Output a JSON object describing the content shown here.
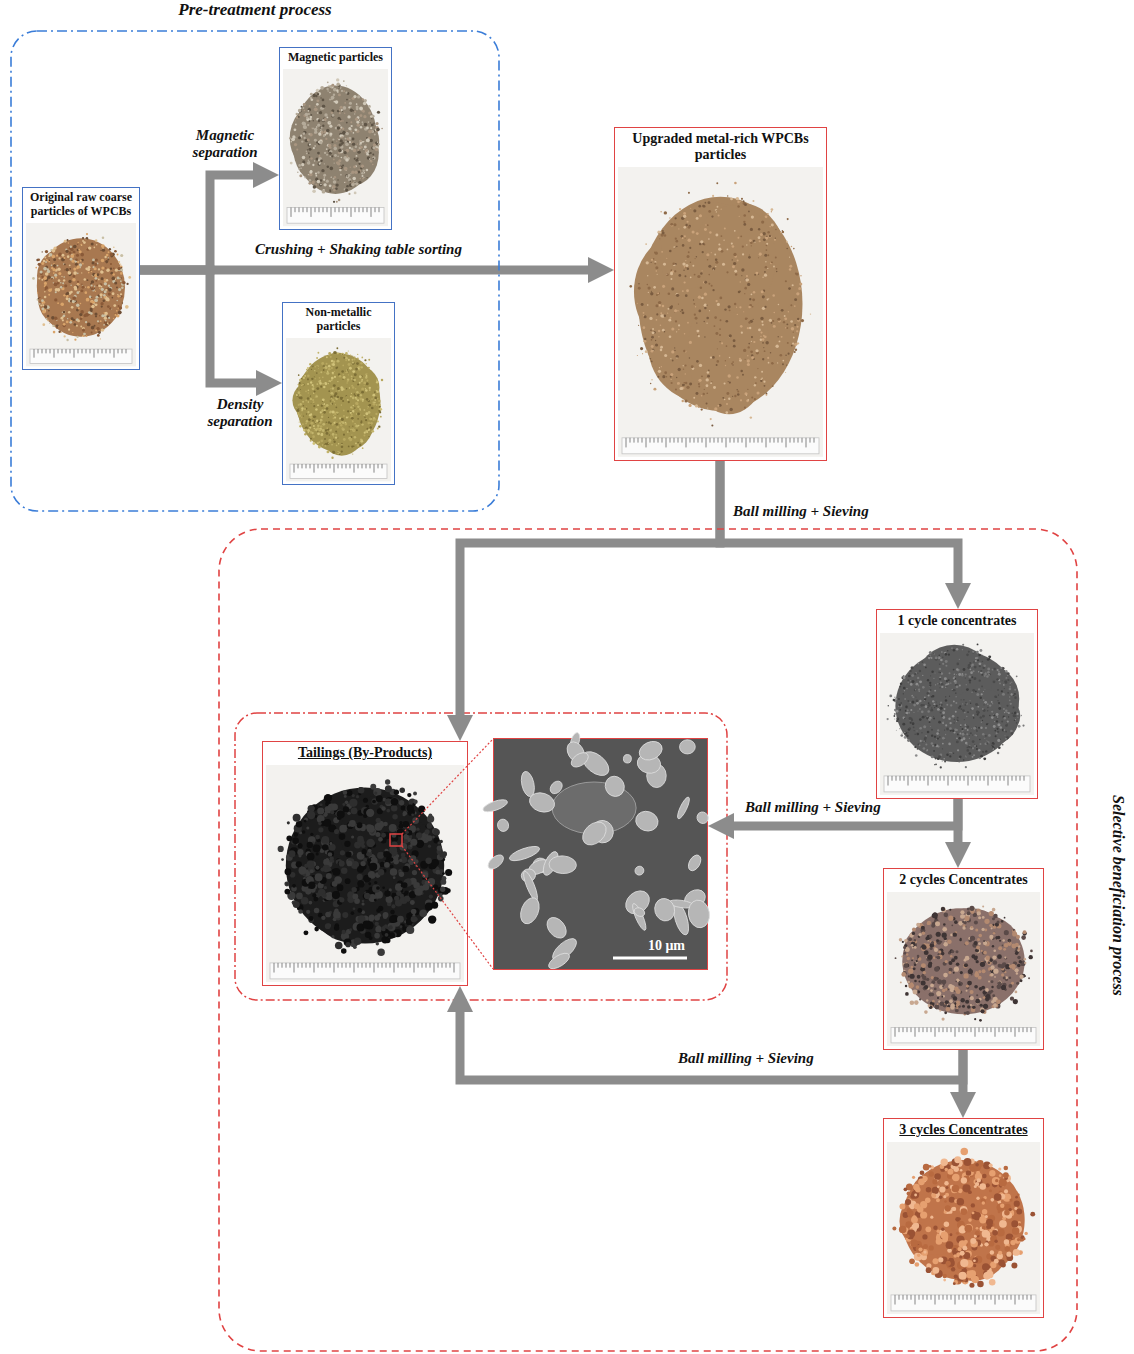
{
  "diagram": {
    "nodes": [
      {
        "text": [
          "Pre-treatment process"
        ]
      },
      {
        "text": [
          "Original raw coarse particles of WPCBs"
        ],
        "in": 0
      },
      {
        "text": [
          "Magnetic particles"
        ],
        "in": 0
      },
      {
        "text": [
          "Non-metallic particles"
        ],
        "in": 0
      },
      {
        "text": [
          "Upgraded metal-rich WPCBs particles"
        ]
      },
      {
        "text": [
          "Selective beneficiation process"
        ]
      },
      {
        "text": [
          "1 cycle concentrates"
        ],
        "in": 5
      },
      {
        "text": [
          "Tailings (By-Products)"
        ],
        "in": 5
      },
      {
        "text": [
          "10 μm"
        ],
        "in": 5
      },
      {
        "text": [
          "2 cycles Concentrates"
        ],
        "in": 5
      },
      {
        "text": [
          "3 cycles Concentrates"
        ],
        "in": 5
      }
    ],
    "edges": [
      {
        "from": 1,
        "to": 2,
        "arrow": "to",
        "label": "Magnetic separation"
      },
      {
        "from": 1,
        "to": 3,
        "arrow": "to",
        "label": "Density separation"
      },
      {
        "from": 1,
        "to": 4,
        "arrow": "to",
        "label": "Crushing + Shaking table sorting"
      },
      {
        "from": 4,
        "to": 6,
        "arrow": "to",
        "label": "Ball milling + Sieving"
      },
      {
        "from": 4,
        "to": 7,
        "arrow": "to"
      },
      {
        "from": 6,
        "to": 8,
        "arrow": "to",
        "label": "Ball milling + Sieving"
      },
      {
        "from": 6,
        "to": 9,
        "arrow": "to"
      },
      {
        "from": 9,
        "to": 7,
        "arrow": "to",
        "label": "Ball milling + Sieving"
      },
      {
        "from": 9,
        "to": 10,
        "arrow": "to"
      }
    ]
  }
}
